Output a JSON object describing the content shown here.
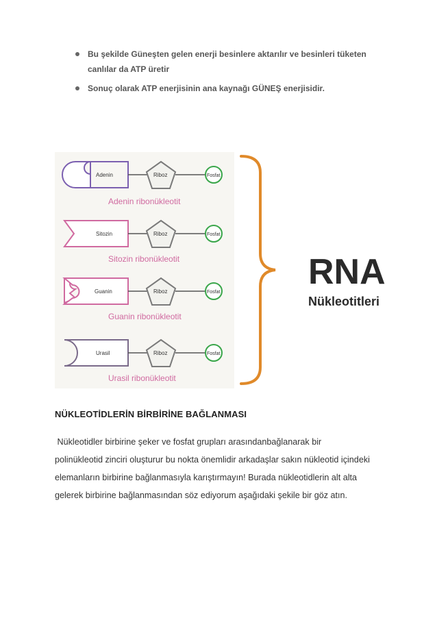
{
  "bullets": [
    {
      "line1": "Bu şekilde Güneşten gelen enerji besinlere aktarılır ve besinleri tüketen",
      "line2": "canlılar da ATP üretir"
    },
    {
      "line1": "Sonuç olarak ATP enerjisinin ana kaynağı GÜNEŞ enerjisidir.",
      "line2": ""
    }
  ],
  "figure": {
    "nucleotides": [
      {
        "base": "Adenin",
        "sugar": "Riboz",
        "phosphate": "Fosfat",
        "caption": "Adenin ribonükleotit"
      },
      {
        "base": "Sitozin",
        "sugar": "Riboz",
        "phosphate": "Fosfat",
        "caption": "Sitozin ribonükleotit"
      },
      {
        "base": "Guanin",
        "sugar": "Riboz",
        "phosphate": "Fosfat",
        "caption": "Guanin ribonükleotit"
      },
      {
        "base": "Urasil",
        "sugar": "Riboz",
        "phosphate": "Fosfat",
        "caption": "Urasil ribonükleotit"
      }
    ],
    "title": "RNA",
    "subtitle": "Nükleotitleri",
    "colors": {
      "bracket": "#e08a2a",
      "base_stroke": "#7b5fb0",
      "sugar_stroke": "#7a7a7a",
      "phosphate_stroke": "#3aa64a",
      "caption": "#d06aa0"
    }
  },
  "heading": "NÜKLEOTİDLERİN BİRBİRİNE BAĞLANMASI",
  "paragraph": {
    "lines": [
      " Nükleotidler birbirine şeker ve fosfat grupları arasındanbağlanarak bir",
      "polinükleotid zinciri oluşturur bu nokta önemlidir arkadaşlar sakın nükleotid içindeki",
      "elemanların birbirine bağlanmasıyla karıştırmayın! Burada nükleotidlerin alt alta",
      "gelerek birbirine bağlanmasından söz ediyorum aşağıdaki şekile bir göz atın."
    ]
  }
}
